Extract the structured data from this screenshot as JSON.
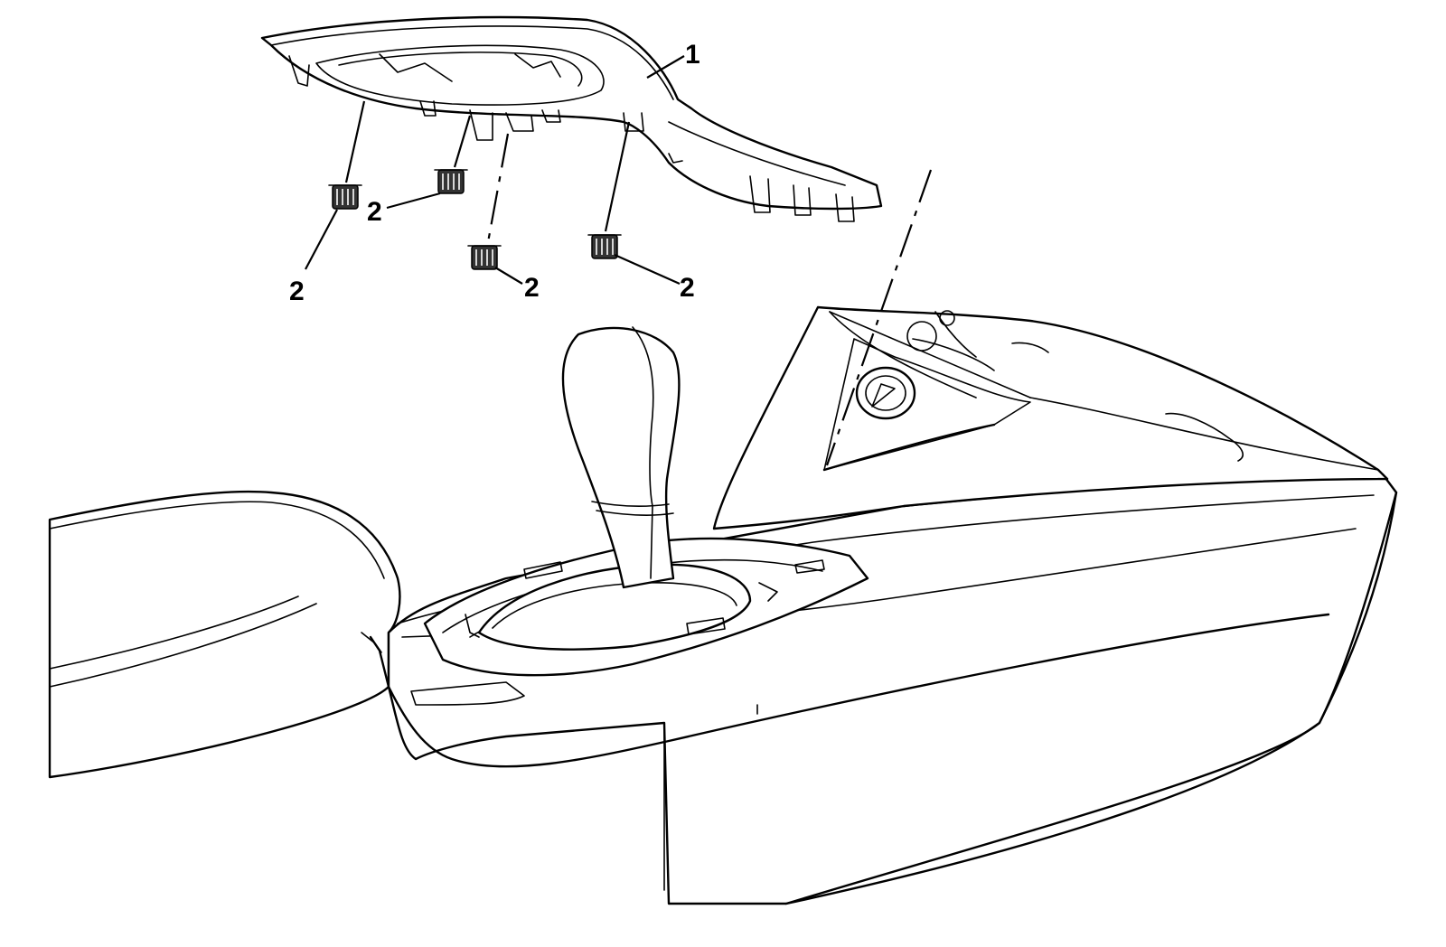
{
  "diagram": {
    "callouts": [
      {
        "id": "callout-1",
        "label": "1"
      },
      {
        "id": "callout-2a",
        "label": "2"
      },
      {
        "id": "callout-2b",
        "label": "2"
      },
      {
        "id": "callout-2c",
        "label": "2"
      },
      {
        "id": "callout-2d",
        "label": "2"
      }
    ],
    "icons": {
      "trim_plate": "trim-plate-icon",
      "retainer_clip": "retainer-clip-icon",
      "console": "floor-console-icon",
      "shift_lever": "shift-lever-icon",
      "armrest": "armrest-icon",
      "power_outlet": "power-outlet-icon"
    }
  }
}
